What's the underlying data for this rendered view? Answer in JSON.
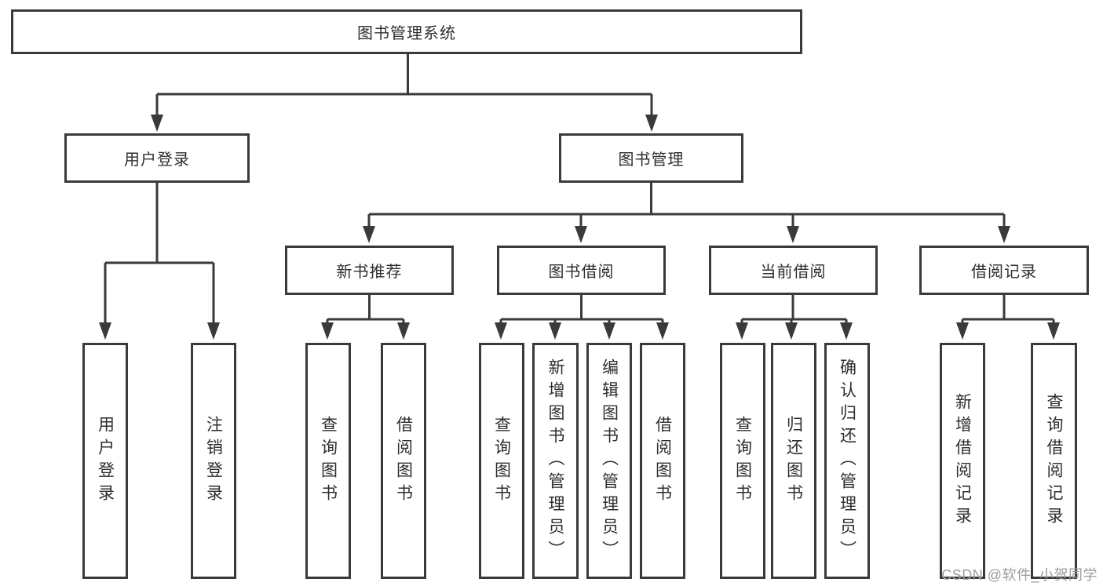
{
  "tree": {
    "label": "图书管理系统",
    "children": [
      {
        "label": "用户登录",
        "children": [
          {
            "label": "用户登录"
          },
          {
            "label": "注销登录"
          }
        ]
      },
      {
        "label": "图书管理",
        "children": [
          {
            "label": "新书推荐",
            "children": [
              {
                "label": "查询图书"
              },
              {
                "label": "借阅图书"
              }
            ]
          },
          {
            "label": "图书借阅",
            "children": [
              {
                "label": "查询图书"
              },
              {
                "label": "新增图书（管理员）"
              },
              {
                "label": "编辑图书（管理员）"
              },
              {
                "label": "借阅图书"
              }
            ]
          },
          {
            "label": "当前借阅",
            "children": [
              {
                "label": "查询图书"
              },
              {
                "label": "归还图书"
              },
              {
                "label": "确认归还（管理员）"
              }
            ]
          },
          {
            "label": "借阅记录",
            "children": [
              {
                "label": "新增借阅记录"
              },
              {
                "label": "查询借阅记录"
              }
            ]
          }
        ]
      }
    ]
  },
  "watermark": {
    "text": "CSDN @软件_小贺同学",
    "color": "#9c9c9c"
  },
  "style": {
    "line_color": "#3a3a3a",
    "box_border_color": "#3a3a3a",
    "box_background": "#ffffff",
    "text_color": "#2e2e2e",
    "page_background": "#ffffff"
  }
}
